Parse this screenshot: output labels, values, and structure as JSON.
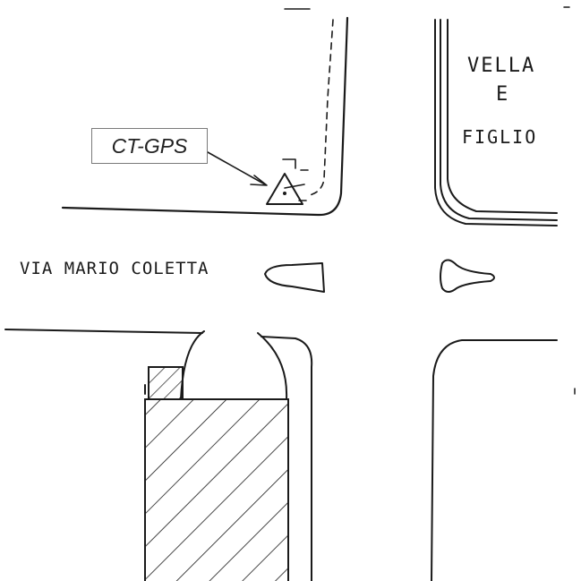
{
  "map": {
    "gps_label": "CT-GPS",
    "street_name": "VIA MARIO COLETTA",
    "shop_line1": "VELLA",
    "shop_line2": "E",
    "shop_line3": "FIGLIO",
    "marker_icon": "triangle-survey-marker-icon",
    "colors": {
      "ink": "#1a1a1a",
      "label_border": "#7a7a7a",
      "background": "#ffffff"
    }
  }
}
